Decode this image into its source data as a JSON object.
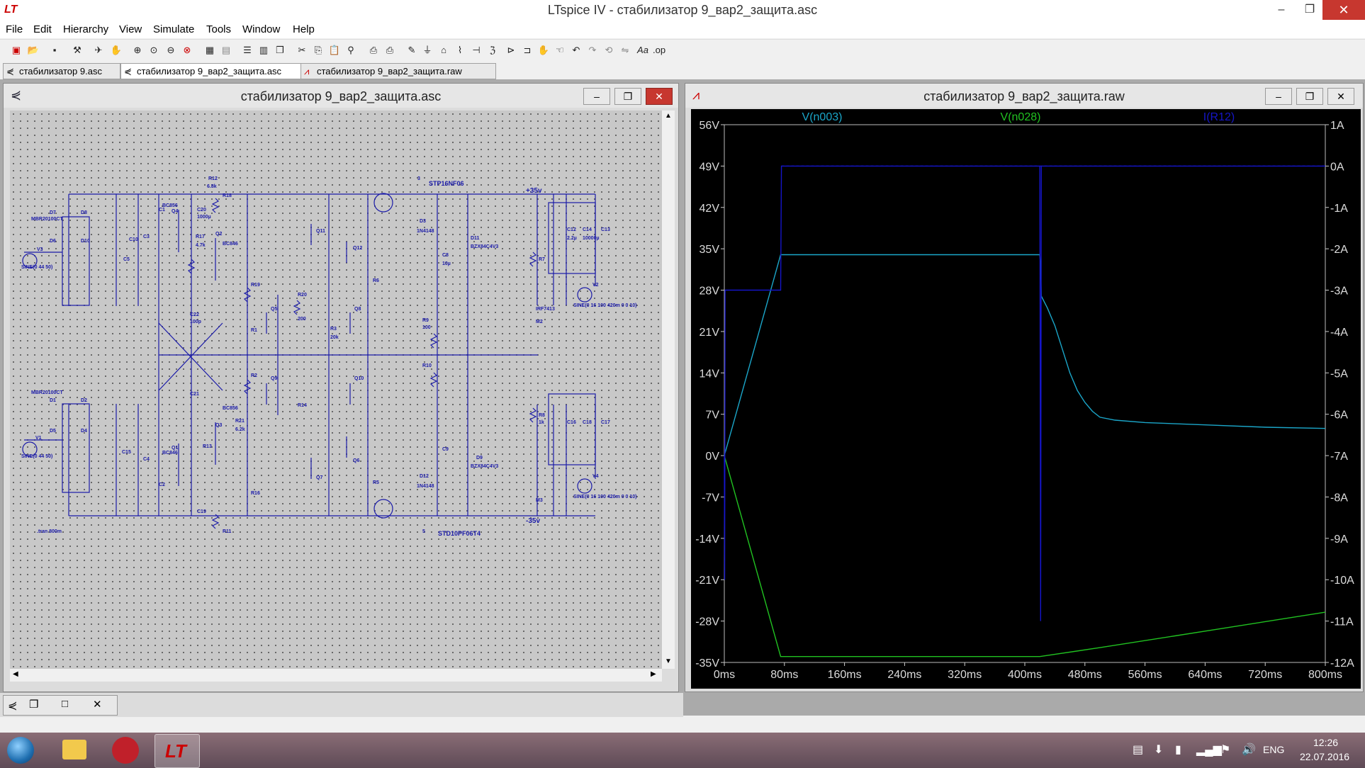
{
  "app": {
    "title": "LTspice IV - стабилизатор 9_вар2_защита.asc",
    "logo": "ltspice-logo"
  },
  "window_controls": {
    "minimize": "–",
    "maximize": "❐",
    "close": "✕"
  },
  "menu": [
    "File",
    "Edit",
    "Hierarchy",
    "View",
    "Simulate",
    "Tools",
    "Window",
    "Help"
  ],
  "tabs": [
    {
      "label": "стабилизатор 9.asc",
      "active": false
    },
    {
      "label": "стабилизатор 9_вар2_защита.asc",
      "active": true
    },
    {
      "label": "стабилизатор 9_вар2_защита.raw",
      "active": false
    }
  ],
  "schematic_window": {
    "title": "стабилизатор 9_вар2_защита.asc",
    "labels": {
      "top_mosfet": "STP16NF06",
      "bottom_mosfet": "STD10PF06T4",
      "pos_rail": "+35v",
      "neg_rail": "-35v",
      "src_top": "SINE(0 44 50)",
      "src_bottom": "SINE(0 44 50)",
      "v3": "V3",
      "v1": "V1",
      "v2": "V2",
      "v4": "V4",
      "tran": ".tran 800m",
      "v2_spec": "SINE(0 16 100 420m 0 0 10)",
      "v4_spec": "SINE(0 16 100 420m 0 0 10)",
      "d7": "D7",
      "d8": "D8",
      "d6": "D6",
      "d10": "D10",
      "d1": "D1",
      "d2": "D2",
      "d5": "D5",
      "d4": "D4",
      "diode_model": "MBR20100CT",
      "q4": "Q4",
      "q2": "Q2",
      "q3": "Q3",
      "q1": "Q1",
      "q5": "Q5",
      "q8": "Q8",
      "q9": "Q9",
      "q10": "Q10",
      "q11": "Q11",
      "q12": "Q12",
      "q6": "Q6",
      "q7": "Q7",
      "bjt_model": "BC856",
      "bjt_model2": "BC846",
      "r12": "R12",
      "r18": "R18",
      "r17": "R17",
      "r19": "R19",
      "r20": "R20",
      "r3": "R3",
      "r1": "R1",
      "r2": "R2",
      "r14": "R14",
      "r21": "R21",
      "r13": "R13",
      "r16": "R16",
      "r11": "R11",
      "r9": "R9",
      "r10": "R10",
      "r6": "R6",
      "r5": "R5",
      "r7": "R7",
      "r8": "R8",
      "c1": "C1",
      "c2": "C2",
      "c3": "C3",
      "c4": "C4",
      "c5": "C5",
      "c8": "C8",
      "c9": "C9",
      "c10": "C10",
      "c12": "C12",
      "c13": "C13",
      "c14": "C14",
      "c15": "C15",
      "c16": "C16",
      "c17": "C17",
      "c18": "C18",
      "c19": "C19",
      "c20": "C20",
      "c21": "C21",
      "c22": "C22",
      "d11": "D11",
      "d12": "D12",
      "d9": "D9",
      "d3": "D3",
      "zener": "BZX84C4V3",
      "signal_diode": "1N4148",
      "mosfet_r": "IRF7413",
      "m2": "M2",
      "m3": "M3",
      "cap_2p2": "2.2µ",
      "cap_10000": "10000µ",
      "cap_1000": "1000µ",
      "cap_100": "100p",
      "cap_10": "10µ",
      "res_6k": "6.8k",
      "res_4k7": "4.7k",
      "res_200": "200",
      "res_100": "100",
      "res_20k": "20k",
      "res_6k2": "6.2k",
      "res_1k": "1k",
      "node_3": "3",
      "node_5": "5"
    }
  },
  "plot_window": {
    "title": "стабилизатор 9_вар2_защита.raw",
    "traces": [
      {
        "name": "V(n003)",
        "color": "#1ba6c9"
      },
      {
        "name": "V(n028)",
        "color": "#21c221"
      },
      {
        "name": "I(R12)",
        "color": "#1515c8"
      }
    ],
    "left_ticks": [
      "56V",
      "49V",
      "42V",
      "35V",
      "28V",
      "21V",
      "14V",
      "7V",
      "0V",
      "-7V",
      "-14V",
      "-21V",
      "-28V",
      "-35V"
    ],
    "right_ticks": [
      "1A",
      "0A",
      "-1A",
      "-2A",
      "-3A",
      "-4A",
      "-5A",
      "-6A",
      "-7A",
      "-8A",
      "-9A",
      "-10A",
      "-11A",
      "-12A"
    ],
    "x_ticks": [
      "0ms",
      "80ms",
      "160ms",
      "240ms",
      "320ms",
      "400ms",
      "480ms",
      "560ms",
      "640ms",
      "720ms",
      "800ms"
    ]
  },
  "chart_data": {
    "type": "line",
    "xlabel": "",
    "ylabel": "",
    "x_unit": "ms",
    "xlim": [
      0,
      800
    ],
    "ylim": [
      -35,
      56
    ],
    "y2lim": [
      -12,
      1
    ],
    "series": [
      {
        "name": "V(n003)",
        "axis": "left",
        "color": "#1ba6c9",
        "x": [
          0,
          75,
          420,
          421,
          422,
          430,
          440,
          450,
          460,
          470,
          480,
          490,
          500,
          520,
          560,
          640,
          720,
          800
        ],
        "y": [
          0,
          34,
          34,
          32,
          27,
          25,
          22,
          18,
          14,
          11,
          9,
          7.5,
          6.5,
          6.0,
          5.6,
          5.2,
          4.8,
          4.6
        ]
      },
      {
        "name": "V(n028)",
        "axis": "left",
        "color": "#21c221",
        "x": [
          0,
          75,
          420,
          500,
          600,
          700,
          800
        ],
        "y": [
          0,
          -34,
          -34,
          -32.5,
          -30.5,
          -28.5,
          -26.5
        ]
      },
      {
        "name": "I(R12)",
        "axis": "right",
        "color": "#1515c8",
        "x": [
          0,
          0.5,
          1,
          75,
          76,
          420,
          421,
          422,
          800
        ],
        "y": [
          -7,
          -10,
          -3,
          -3,
          0,
          0,
          -11,
          0,
          0
        ]
      }
    ]
  },
  "taskbar": {
    "lang": "ENG",
    "time": "12:26",
    "date": "22.07.2016"
  }
}
